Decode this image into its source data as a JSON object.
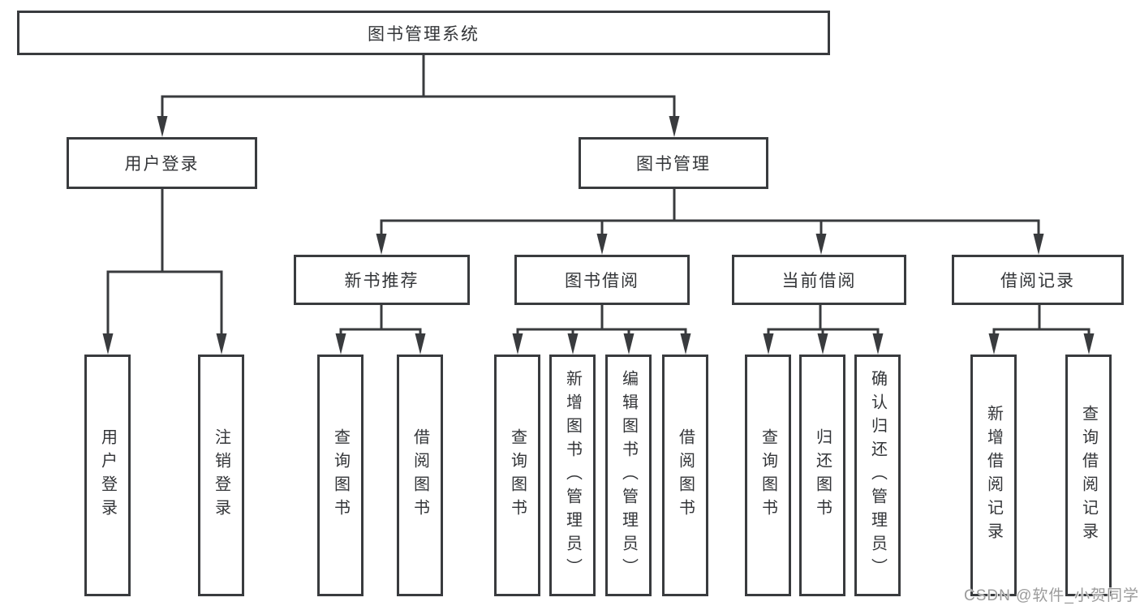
{
  "diagram": {
    "root": {
      "label": "图书管理系统"
    },
    "level2": [
      {
        "id": "user-login",
        "label": "用户登录"
      },
      {
        "id": "book-management",
        "label": "图书管理"
      }
    ],
    "level3": [
      {
        "id": "new-book-recommendation",
        "parent": "图书管理",
        "label": "新书推荐"
      },
      {
        "id": "book-borrowing",
        "parent": "图书管理",
        "label": "图书借阅"
      },
      {
        "id": "current-borrowing",
        "parent": "图书管理",
        "label": "当前借阅"
      },
      {
        "id": "borrowing-records",
        "parent": "图书管理",
        "label": "借阅记录"
      }
    ],
    "leaves": [
      {
        "parent": "用户登录",
        "label": "用户登录"
      },
      {
        "parent": "用户登录",
        "label": "注销登录"
      },
      {
        "parent": "新书推荐",
        "label": "查询图书"
      },
      {
        "parent": "新书推荐",
        "label": "借阅图书"
      },
      {
        "parent": "图书借阅",
        "label": "查询图书"
      },
      {
        "parent": "图书借阅",
        "label": "新增图书（管理员）"
      },
      {
        "parent": "图书借阅",
        "label": "编辑图书（管理员）"
      },
      {
        "parent": "图书借阅",
        "label": "借阅图书"
      },
      {
        "parent": "当前借阅",
        "label": "查询图书"
      },
      {
        "parent": "当前借阅",
        "label": "归还图书"
      },
      {
        "parent": "当前借阅",
        "label": "确认归还（管理员）"
      },
      {
        "parent": "借阅记录",
        "label": "新增借阅记录"
      },
      {
        "parent": "借阅记录",
        "label": "查询借阅记录"
      }
    ],
    "watermark": "CSDN @软件_小贺同学",
    "colors": {
      "line": "#393b3e",
      "text": "#333538",
      "watermark": "#9b9b9b",
      "background": "#ffffff"
    }
  }
}
